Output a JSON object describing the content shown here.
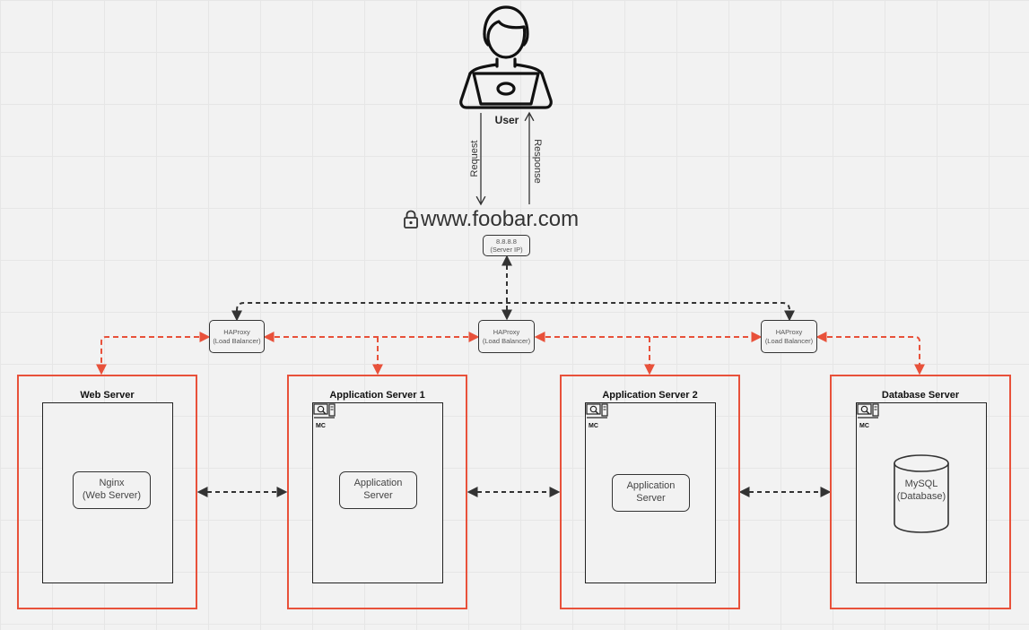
{
  "user": {
    "label": "User",
    "request_label": "Request",
    "response_label": "Response"
  },
  "domain": {
    "text": "www.foobar.com",
    "icon": "lock-icon"
  },
  "server_ip": {
    "line1": "8.8.8.8",
    "line2": "(Server IP)"
  },
  "load_balancers": [
    {
      "line1": "HAProxy",
      "line2": "(Load Balancer)"
    },
    {
      "line1": "HAProxy",
      "line2": "(Load Balancer)"
    },
    {
      "line1": "HAProxy",
      "line2": "(Load Balancer)"
    }
  ],
  "servers": [
    {
      "title": "Web Server",
      "badge": "",
      "node_line1": "Nginx",
      "node_line2": "(Web Server)"
    },
    {
      "title": "Application Server 1",
      "badge": "MC",
      "node_line1": "Application",
      "node_line2": "Server"
    },
    {
      "title": "Application Server 2",
      "badge": "MC",
      "node_line1": "Application",
      "node_line2": "Server"
    },
    {
      "title": "Database Server",
      "badge": "MC",
      "node_line1": "MySQL",
      "node_line2": "(Database)"
    }
  ],
  "colors": {
    "accent": "#e8513a",
    "line": "#333333",
    "background": "#f2f2f2"
  }
}
